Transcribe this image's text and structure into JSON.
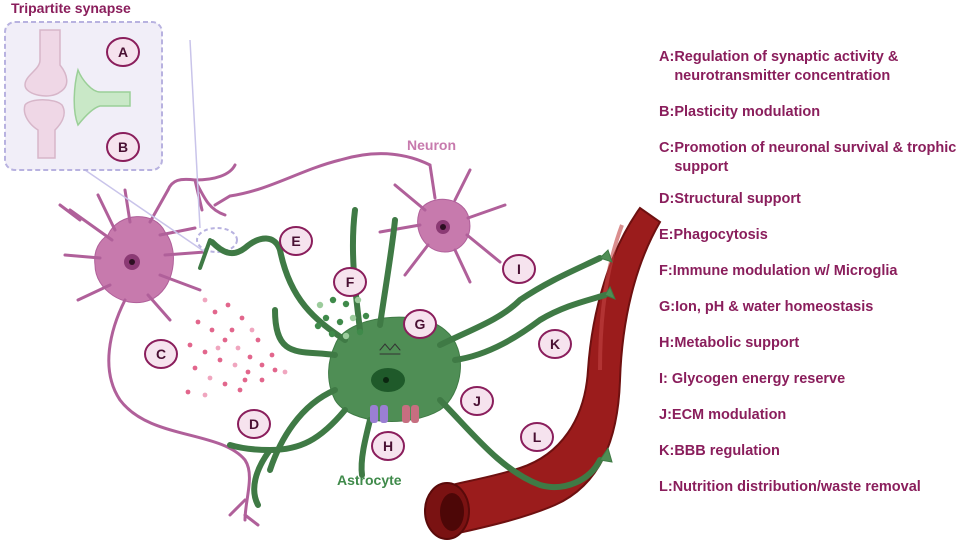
{
  "inset_title": "Tripartite synapse",
  "neuron_label": "Neuron",
  "astrocyte_label": "Astrocyte",
  "markers": [
    "A",
    "B",
    "C",
    "D",
    "E",
    "F",
    "G",
    "H",
    "I",
    "J",
    "K",
    "L"
  ],
  "legend": [
    {
      "key": "A:",
      "text": "Regulation of synaptic activity & neurotransmitter concentration"
    },
    {
      "key": "B:",
      "text": "Plasticity modulation"
    },
    {
      "key": "C:",
      "text": "Promotion of neuronal survival & trophic support"
    },
    {
      "key": "D:",
      "text": "Structural support"
    },
    {
      "key": "E:",
      "text": "Phagocytosis"
    },
    {
      "key": "F:",
      "text": "Immune modulation w/ Microglia"
    },
    {
      "key": "G:",
      "text": "Ion, pH & water homeostasis"
    },
    {
      "key": "H:",
      "text": "Metabolic support"
    },
    {
      "key": "I:",
      "text": " Glycogen energy reserve"
    },
    {
      "key": "J:",
      "text": "ECM modulation"
    },
    {
      "key": "K:",
      "text": "BBB regulation"
    },
    {
      "key": "L:",
      "text": "Nutrition distribution/waste removal"
    }
  ],
  "colors": {
    "neuron": "#c77aad",
    "astrocyte": "#4f8e55",
    "vessel": "#9b1c1c",
    "marker_fill": "#f6e3ee",
    "text": "#8a1e5c"
  }
}
